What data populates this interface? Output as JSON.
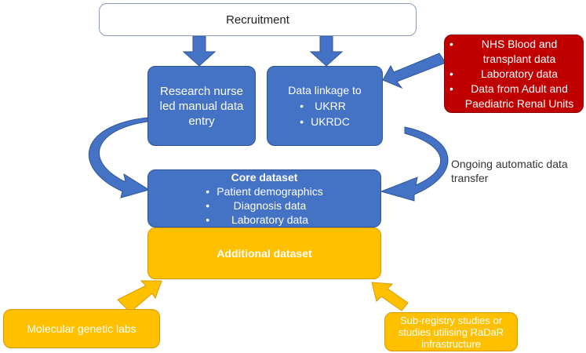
{
  "recruitment": {
    "label": "Recruitment"
  },
  "research_nurse": {
    "label": "Research nurse led manual data entry"
  },
  "data_linkage": {
    "title": "Data linkage to",
    "items": [
      "UKRR",
      "UKRDC"
    ]
  },
  "external_sources": {
    "items": [
      "NHS Blood and transplant data",
      "Laboratory data",
      "Data from Adult and Paediatric Renal Units"
    ]
  },
  "core_dataset": {
    "title": "Core dataset",
    "items": [
      "Patient demographics",
      "Diagnosis data",
      "Laboratory data"
    ]
  },
  "additional_dataset": {
    "label": "Additional dataset"
  },
  "ongoing_transfer": {
    "label": "Ongoing automatic data transfer"
  },
  "molecular_labs": {
    "label": "Molecular genetic labs"
  },
  "sub_registry": {
    "label": "Sub-registry studies or studies utilising RaDaR infrastructure"
  },
  "colors": {
    "blue": "#4472c4",
    "red": "#c00000",
    "yellow": "#ffc000",
    "arrow": "#4472c4"
  }
}
